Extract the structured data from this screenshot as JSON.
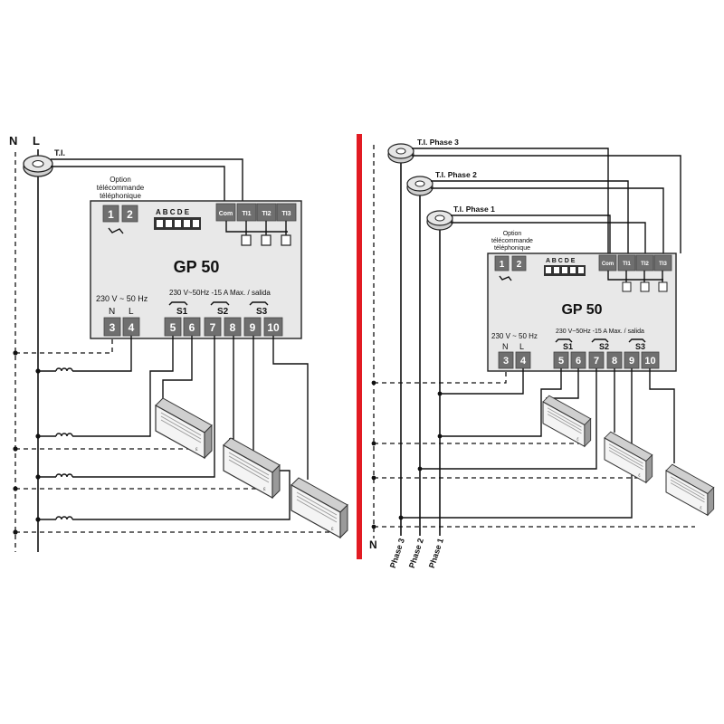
{
  "colors": {
    "divider": "#e21b23",
    "terminal": "#6f6f6f",
    "box": "#e8e8e8"
  },
  "left": {
    "neutral": "N",
    "line": "L",
    "ct": "T.I.",
    "option_line1": "Option",
    "option_line2": "télécommande",
    "option_line3": "téléphonique",
    "title": "GP 50",
    "t1": "1",
    "t2": "2",
    "dip": "A B C D E",
    "com": "Com",
    "ti1": "TI1",
    "ti2": "TI2",
    "ti3": "TI3",
    "supply": "230 V ~ 50 Hz",
    "n": "N",
    "l": "L",
    "t3": "3",
    "t4": "4",
    "rating": "230 V~50Hz -15 A Max. / salida",
    "s1": "S1",
    "s2": "S2",
    "s3": "S3",
    "t5": "5",
    "t6": "6",
    "t7": "7",
    "t8": "8",
    "t9": "9",
    "t10": "10"
  },
  "right": {
    "ct3": "T.I. Phase 3",
    "ct2": "T.I. Phase 2",
    "ct1": "T.I. Phase 1",
    "option_line1": "Option",
    "option_line2": "télécommande",
    "option_line3": "téléphonique",
    "title": "GP 50",
    "t1": "1",
    "t2": "2",
    "dip": "A B C D E",
    "com": "Com",
    "ti1": "TI1",
    "ti2": "TI2",
    "ti3": "TI3",
    "supply": "230 V ~ 50 Hz",
    "n": "N",
    "l": "L",
    "t3": "3",
    "t4": "4",
    "rating": "230 V~50Hz -15 A Max. / salida",
    "s1": "S1",
    "s2": "S2",
    "s3": "S3",
    "t5": "5",
    "t6": "6",
    "t7": "7",
    "t8": "8",
    "t9": "9",
    "t10": "10",
    "neutral": "N",
    "phase3": "Phase 3",
    "phase2": "Phase 2",
    "phase1": "Phase 1"
  }
}
